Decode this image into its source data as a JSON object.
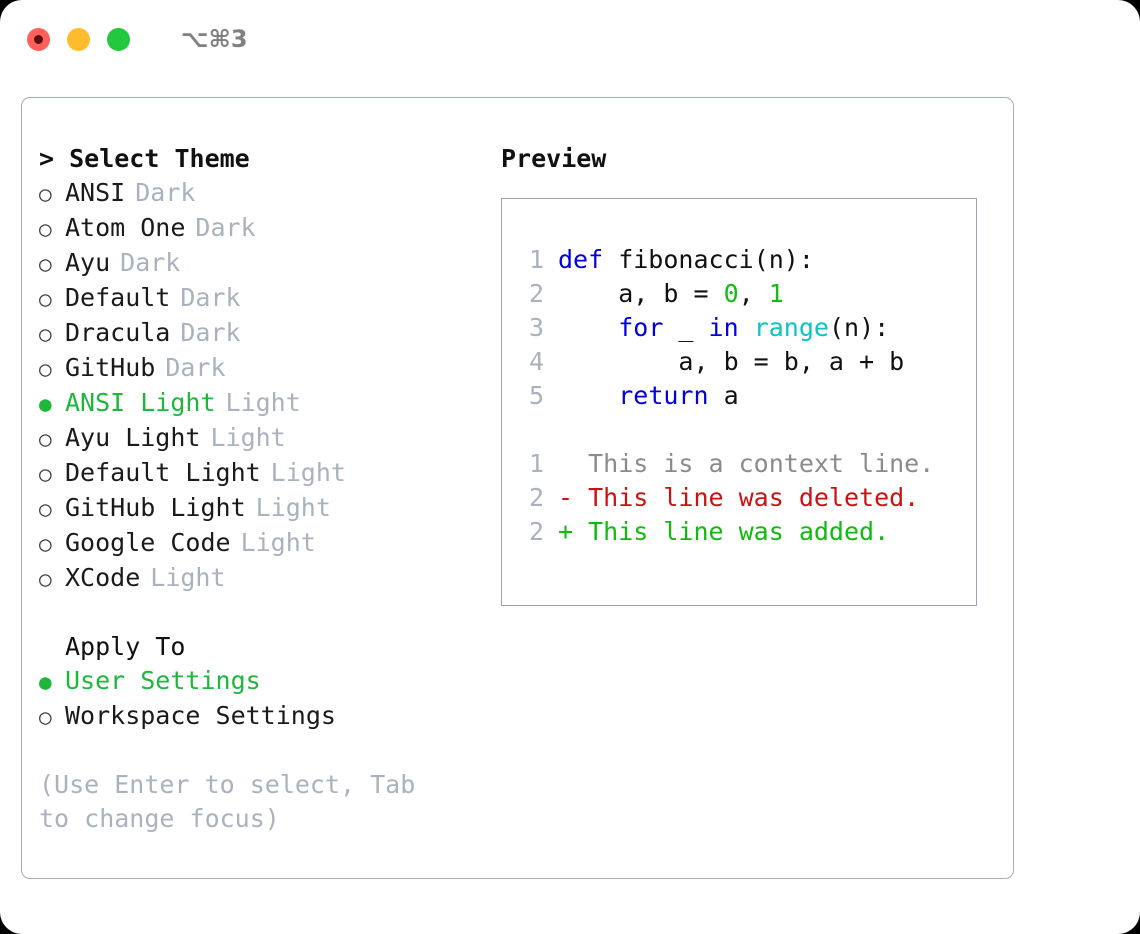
{
  "window": {
    "shortcut": "⌥⌘3",
    "traffic_lights": [
      {
        "name": "close-button",
        "color": "#ff605c"
      },
      {
        "name": "minimize-button",
        "color": "#ffbd2e"
      },
      {
        "name": "maximize-button",
        "color": "#22c93f"
      }
    ]
  },
  "theme_picker": {
    "heading": "> Select Theme",
    "selected_marker": "●",
    "unselected_marker": "○",
    "accent_color": "#1eb73c",
    "items": [
      {
        "label": "ANSI",
        "variant": "Dark",
        "selected": false
      },
      {
        "label": "Atom One",
        "variant": "Dark",
        "selected": false
      },
      {
        "label": "Ayu",
        "variant": "Dark",
        "selected": false
      },
      {
        "label": "Default",
        "variant": "Dark",
        "selected": false
      },
      {
        "label": "Dracula",
        "variant": "Dark",
        "selected": false
      },
      {
        "label": "GitHub",
        "variant": "Dark",
        "selected": false
      },
      {
        "label": "ANSI Light",
        "variant": "Light",
        "selected": true
      },
      {
        "label": "Ayu Light",
        "variant": "Light",
        "selected": false
      },
      {
        "label": "Default Light",
        "variant": "Light",
        "selected": false
      },
      {
        "label": "GitHub Light",
        "variant": "Light",
        "selected": false
      },
      {
        "label": "Google Code",
        "variant": "Light",
        "selected": false
      },
      {
        "label": "XCode",
        "variant": "Light",
        "selected": false
      }
    ]
  },
  "apply_to": {
    "heading": "Apply To",
    "items": [
      {
        "label": "User Settings",
        "selected": true
      },
      {
        "label": "Workspace Settings",
        "selected": false
      }
    ]
  },
  "hint": "(Use Enter to select, Tab to change focus)",
  "preview": {
    "heading": "Preview",
    "code_lines": [
      {
        "number": "1",
        "tokens": [
          {
            "t": "def",
            "c": "kw"
          },
          {
            "t": " fibonacci(n):",
            "c": "plain"
          }
        ]
      },
      {
        "number": "2",
        "tokens": [
          {
            "t": "    a, b = ",
            "c": "plain"
          },
          {
            "t": "0",
            "c": "num"
          },
          {
            "t": ", ",
            "c": "plain"
          },
          {
            "t": "1",
            "c": "num"
          }
        ]
      },
      {
        "number": "3",
        "tokens": [
          {
            "t": "    ",
            "c": "plain"
          },
          {
            "t": "for",
            "c": "kw"
          },
          {
            "t": " _ ",
            "c": "plain"
          },
          {
            "t": "in",
            "c": "kw"
          },
          {
            "t": " ",
            "c": "plain"
          },
          {
            "t": "range",
            "c": "fn"
          },
          {
            "t": "(n):",
            "c": "plain"
          }
        ]
      },
      {
        "number": "4",
        "tokens": [
          {
            "t": "        a, b = b, a + b",
            "c": "plain"
          }
        ]
      },
      {
        "number": "5",
        "tokens": [
          {
            "t": "    ",
            "c": "plain"
          },
          {
            "t": "return",
            "c": "kw"
          },
          {
            "t": " a",
            "c": "plain"
          }
        ]
      }
    ],
    "diff_lines": [
      {
        "number": "1",
        "prefix": "  ",
        "text": "This is a context line.",
        "kind": "ctx"
      },
      {
        "number": "2",
        "prefix": "- ",
        "text": "This line was deleted.",
        "kind": "del"
      },
      {
        "number": "2",
        "prefix": "+ ",
        "text": "This line was added.",
        "kind": "add"
      }
    ]
  }
}
